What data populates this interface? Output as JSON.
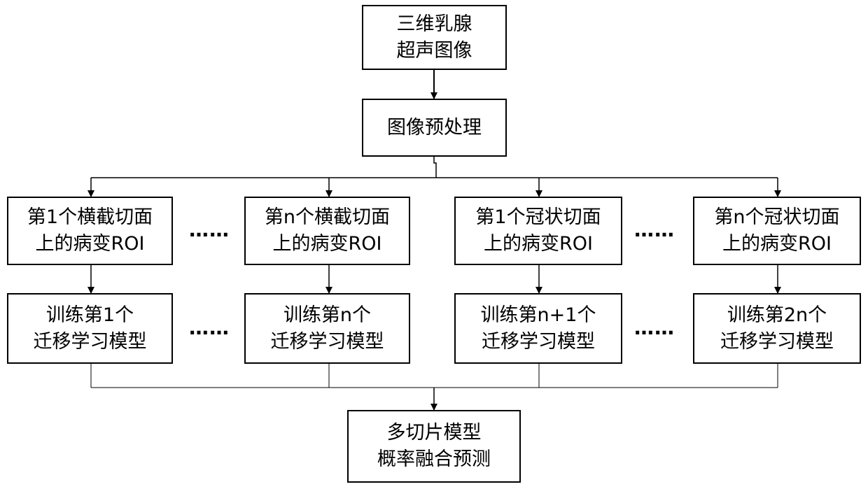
{
  "nodes": {
    "input": [
      "三维乳腺",
      "超声图像"
    ],
    "preprocess": [
      "图像预处理"
    ],
    "roi_1": [
      "第1个横截切面",
      "上的病变ROI"
    ],
    "roi_2": [
      "第n个横截切面",
      "上的病变ROI"
    ],
    "roi_3": [
      "第1个冠状切面",
      "上的病变ROI"
    ],
    "roi_4": [
      "第n个冠状切面",
      "上的病变ROI"
    ],
    "train_1": [
      "训练第1个",
      "迁移学习模型"
    ],
    "train_2": [
      "训练第n个",
      "迁移学习模型"
    ],
    "train_3": [
      "训练第n+1个",
      "迁移学习模型"
    ],
    "train_4": [
      "训练第2n个",
      "迁移学习模型"
    ],
    "fusion": [
      "多切片模型",
      "概率融合预测"
    ]
  },
  "ellipsis": "……"
}
